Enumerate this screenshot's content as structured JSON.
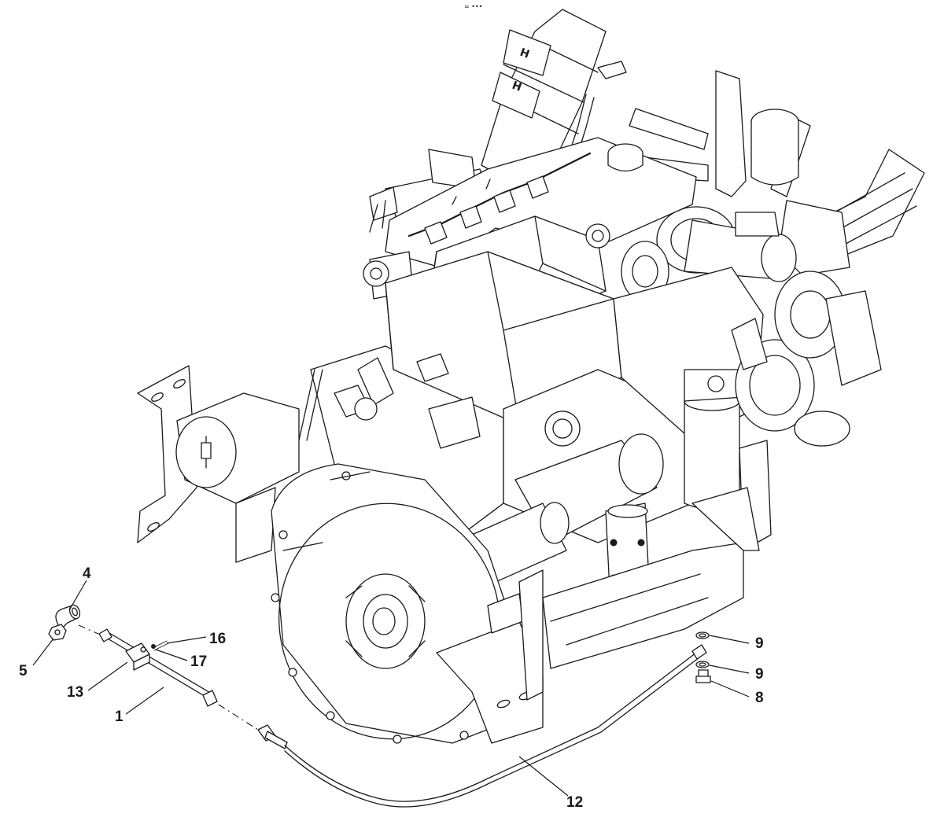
{
  "diagram": {
    "top_mark": "≈ •••",
    "callouts": [
      {
        "id": "c4",
        "label": "4"
      },
      {
        "id": "c5",
        "label": "5"
      },
      {
        "id": "c13",
        "label": "13"
      },
      {
        "id": "c1",
        "label": "1"
      },
      {
        "id": "c16",
        "label": "16"
      },
      {
        "id": "c17",
        "label": "17"
      },
      {
        "id": "c9a",
        "label": "9"
      },
      {
        "id": "c9b",
        "label": "9"
      },
      {
        "id": "c8",
        "label": "8"
      },
      {
        "id": "c12",
        "label": "12"
      }
    ]
  }
}
